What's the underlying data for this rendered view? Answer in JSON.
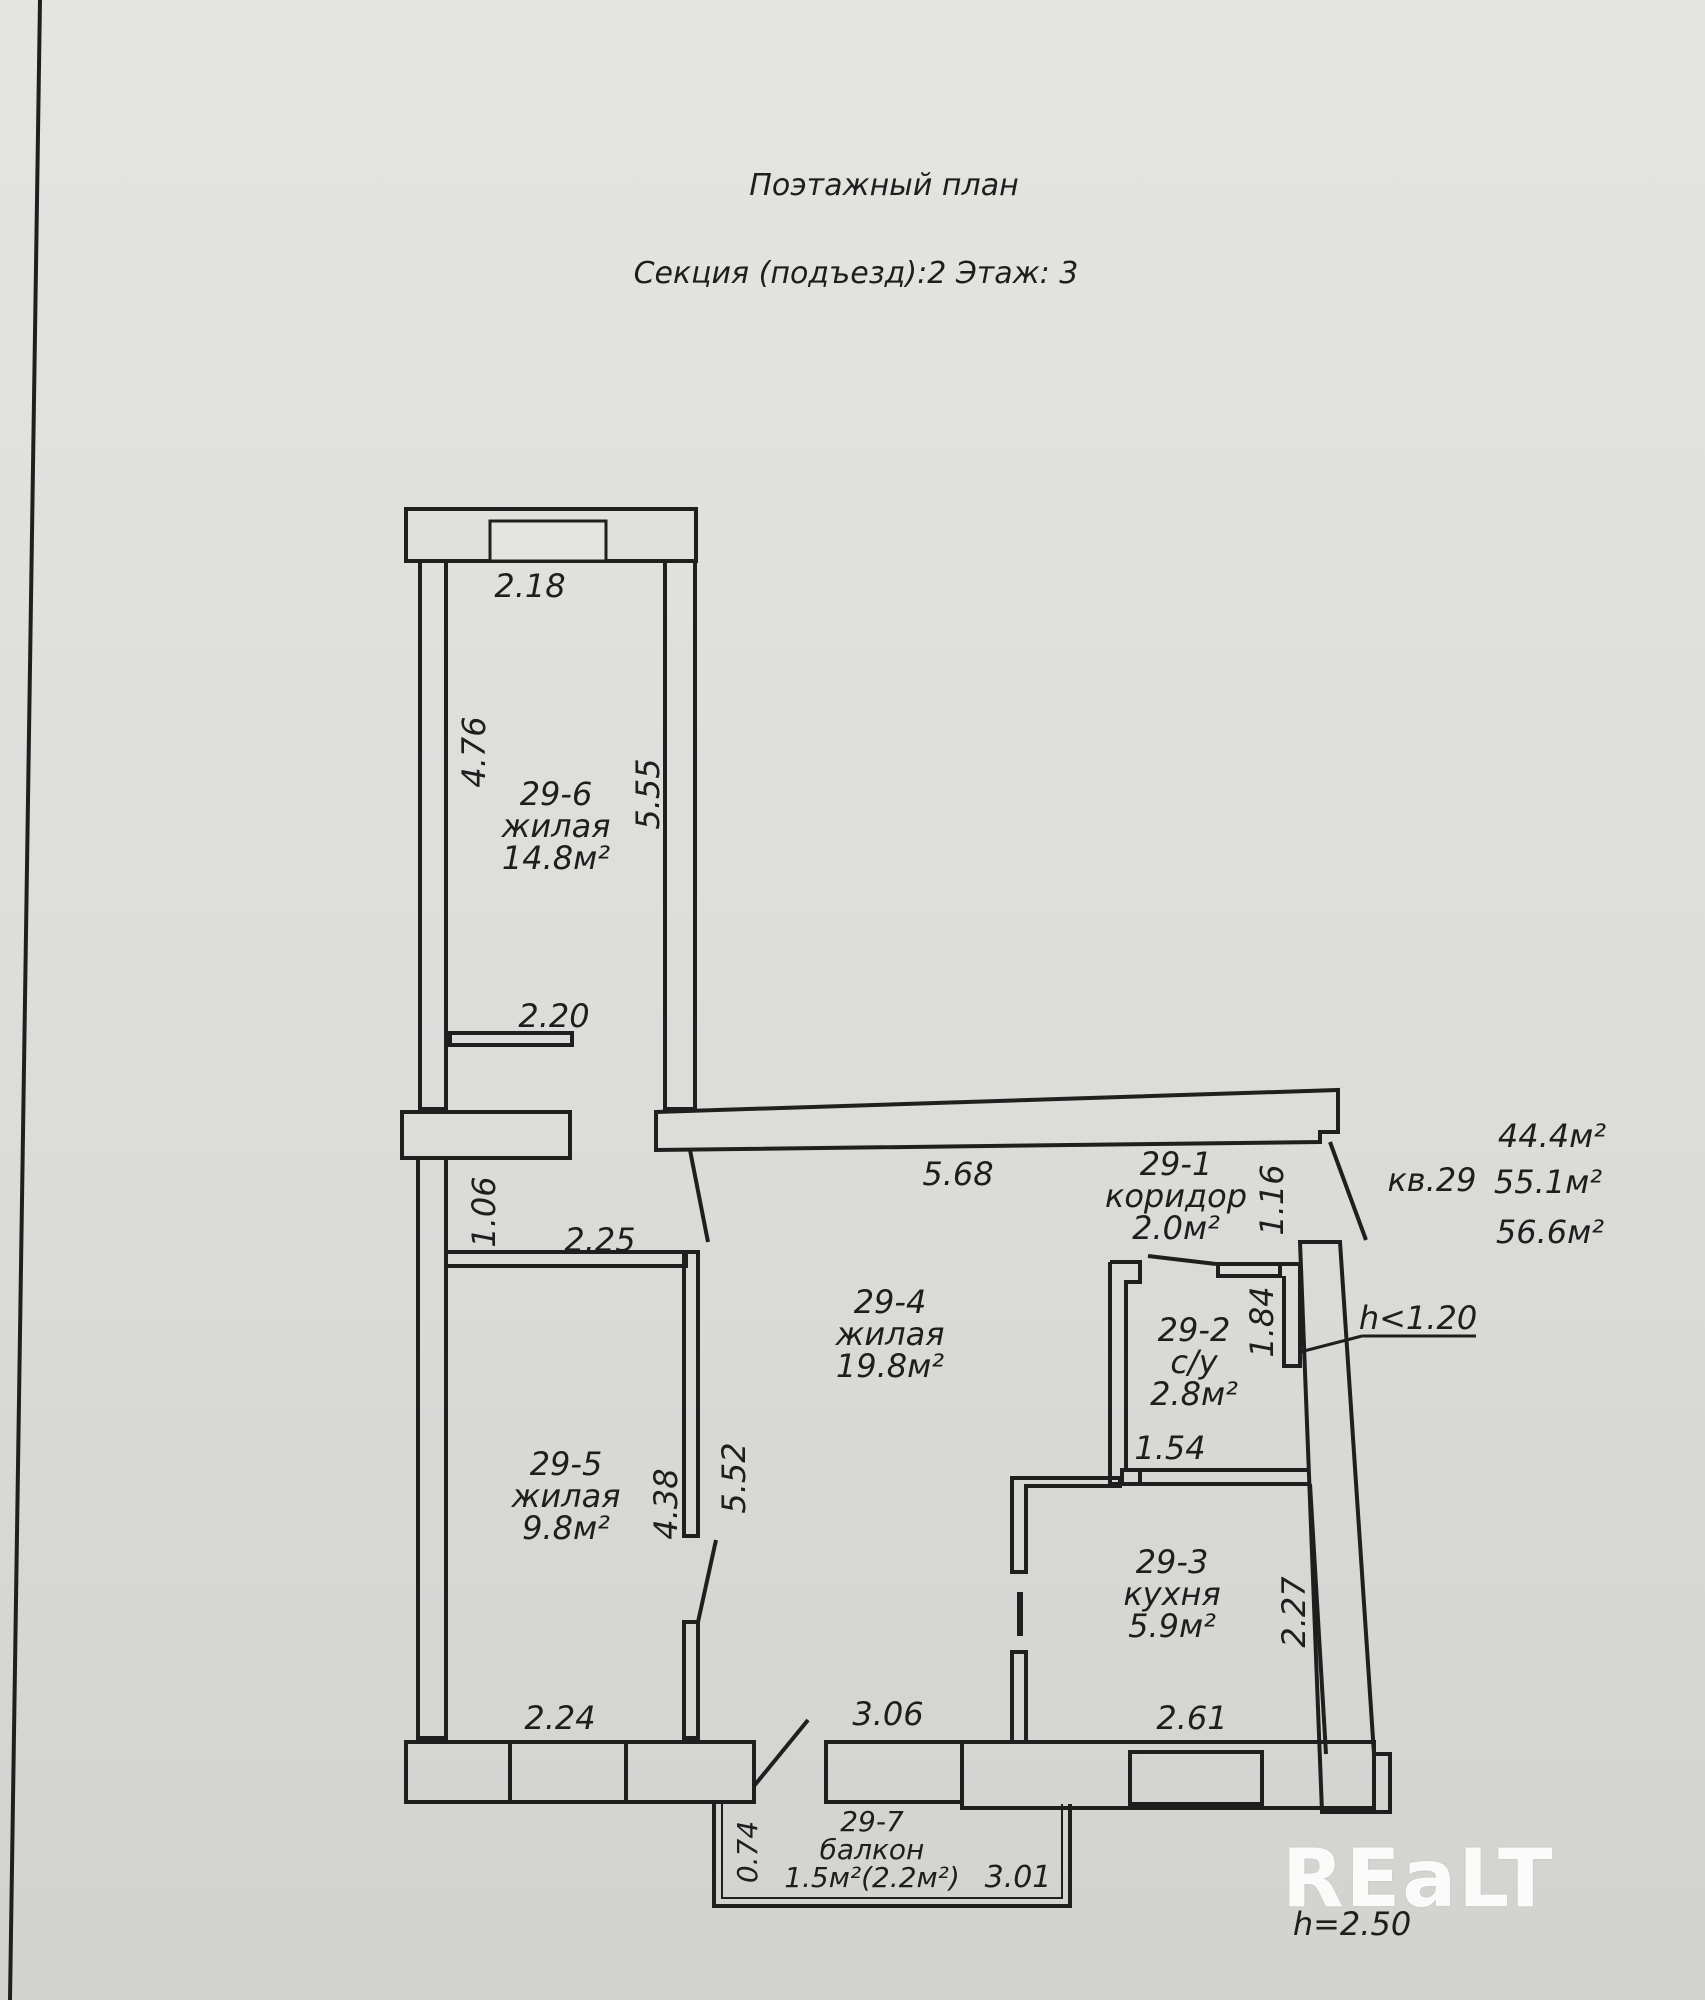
{
  "header": {
    "title": "Поэтажный план",
    "subtitle": "Секция (подъезд):2   Этаж: 3"
  },
  "rooms": [
    {
      "id": "29-6",
      "name": "жилая",
      "area": "14.8м²"
    },
    {
      "id": "29-5",
      "name": "жилая",
      "area": "9.8м²"
    },
    {
      "id": "29-4",
      "name": "жилая",
      "area": "19.8м²"
    },
    {
      "id": "29-1",
      "name": "коридор",
      "area": "2.0м²"
    },
    {
      "id": "29-2",
      "name": "с/у",
      "area": "2.8м²"
    },
    {
      "id": "29-3",
      "name": "кухня",
      "area": "5.9м²"
    },
    {
      "id": "29-7",
      "name": "балкон",
      "area": "1.5м²(2.2м²)"
    }
  ],
  "dimensions": {
    "d_218": "2.18",
    "d_476": "4.76",
    "d_555": "5.55",
    "d_220": "2.20",
    "d_106": "1.06",
    "d_225": "2.25",
    "d_568": "5.68",
    "d_116": "1.16",
    "d_184": "1.84",
    "d_154": "1.54",
    "d_438": "4.38",
    "d_552": "5.52",
    "d_227": "2.27",
    "d_224": "2.24",
    "d_306": "3.06",
    "d_261": "2.61",
    "d_074": "0.74",
    "d_301": "3.01"
  },
  "apartment": {
    "label": "кв.29",
    "areas": [
      "44.4м²",
      "55.1м²",
      "56.6м²"
    ]
  },
  "heights": {
    "low_ceiling": "h<1.20",
    "ceiling": "h=2.50"
  },
  "watermark": "REaLT",
  "colors": {
    "paper": "#dcdcd9",
    "ink": "#1e1e1e",
    "watermark": "#ffffff"
  }
}
